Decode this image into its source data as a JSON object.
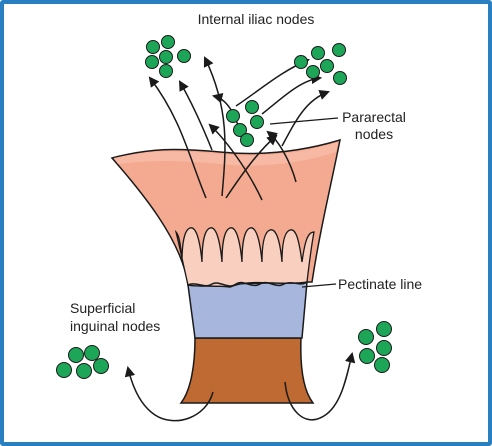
{
  "labels": {
    "internal_iliac": "Internal iliac nodes",
    "pararectal_line1": "Pararectal",
    "pararectal_line2": "nodes",
    "pectinate": "Pectinate line",
    "superficial_line1": "Superficial",
    "superficial_line2": "inguinal nodes"
  },
  "colors": {
    "frame_border": "#2a7fc0",
    "rectum_upper": "#f4aa90",
    "mucosa_columns": "#f9cfc0",
    "anal_canal_middle": "#a6b6dd",
    "anal_canal_lower": "#c06a33",
    "lymph_node": "#1da657",
    "outline": "#1a1a1a"
  },
  "icons": {
    "node_cluster": "lymph-node-cluster-icon",
    "drainage_arrow": "arrow-icon"
  }
}
